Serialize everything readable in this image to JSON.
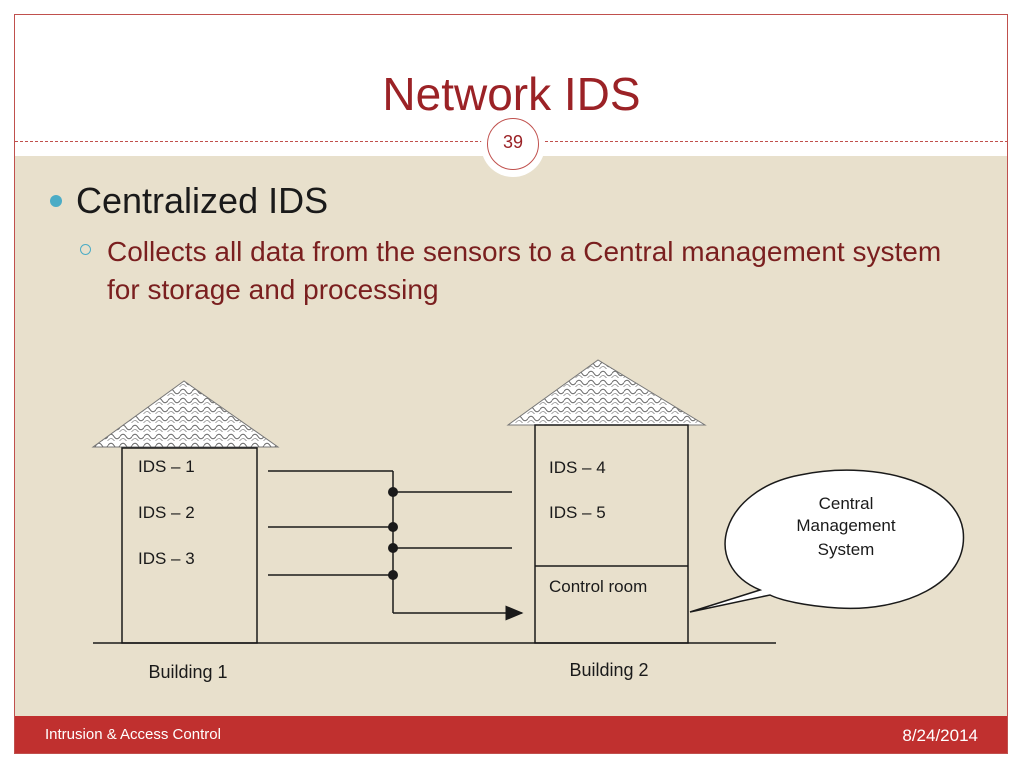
{
  "slide": {
    "title": "Network IDS",
    "number": "39"
  },
  "bullets": {
    "level1": "Centralized IDS",
    "level2": "Collects all data from the sensors to a Central management system for storage and processing"
  },
  "diagram": {
    "building1": {
      "ids": [
        "IDS – 1",
        "IDS – 2",
        "IDS – 3"
      ],
      "label": "Building 1"
    },
    "building2": {
      "ids": [
        "IDS – 4",
        "IDS – 5"
      ],
      "control_room": "Control room",
      "label": "Building 2"
    },
    "bubble": {
      "line1": "Central",
      "line2": "Management",
      "line3": "System"
    }
  },
  "footer": {
    "left": "Intrusion & Access Control",
    "right": "8/24/2014"
  }
}
